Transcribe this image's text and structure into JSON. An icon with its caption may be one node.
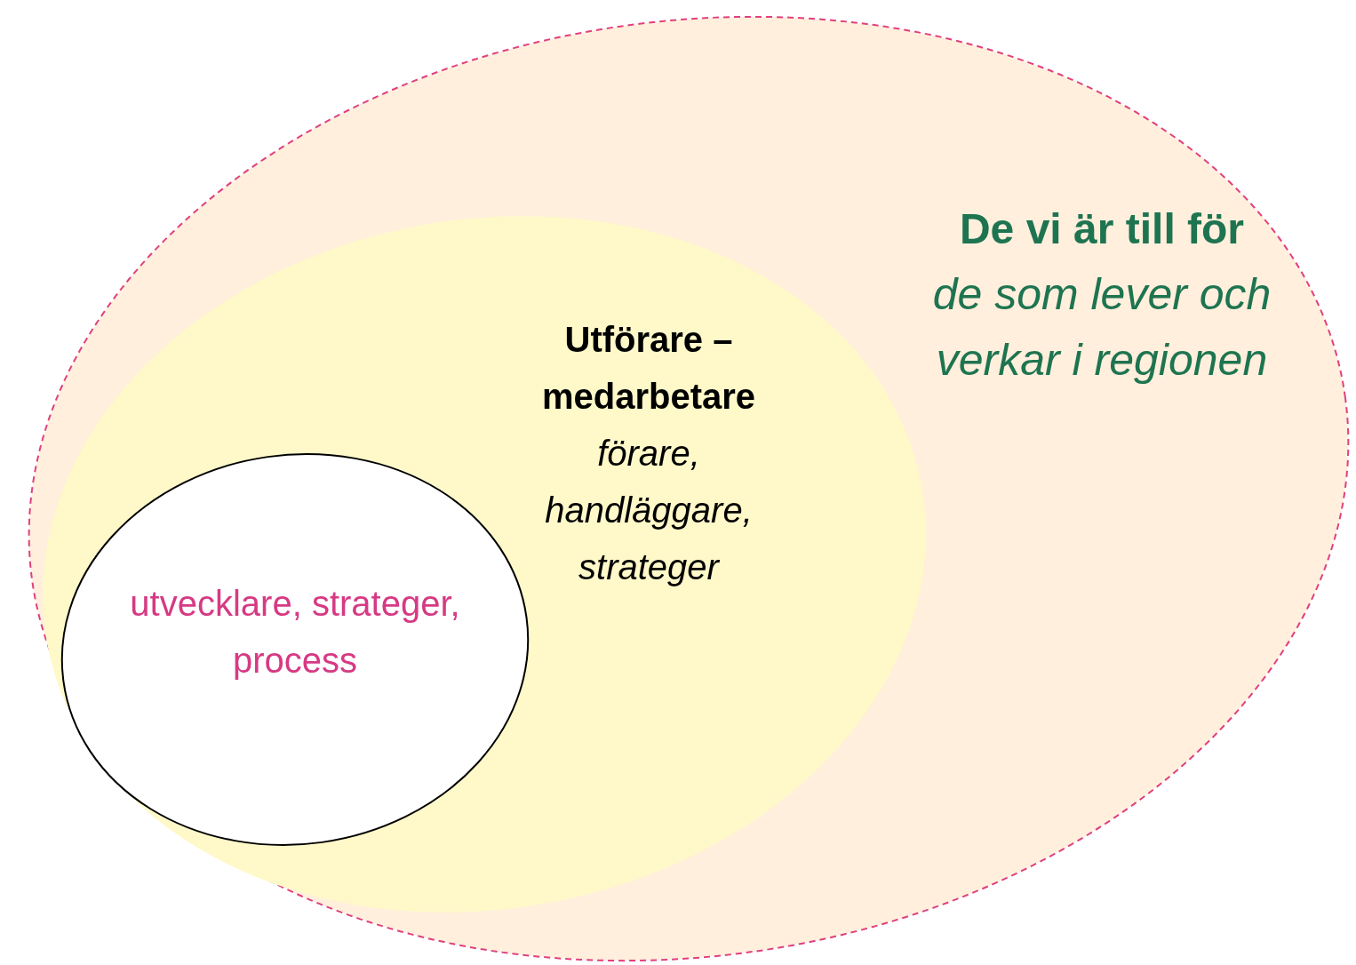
{
  "diagram": {
    "nodes": [
      {
        "text": [
          "De vi är till för",
          "de som lever och verkar i regionen"
        ]
      },
      {
        "text": [
          "Utförare – medarbetare",
          "förare, handläggare, strateger"
        ],
        "in": 0
      },
      {
        "text": [
          "utvecklare, strateger, process"
        ],
        "in": 1
      }
    ]
  }
}
